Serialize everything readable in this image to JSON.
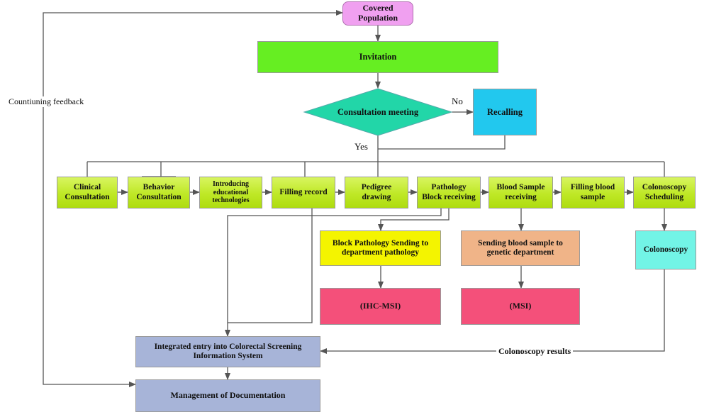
{
  "colors": {
    "covered": "#f0a0f0",
    "invitation": "#66ee22",
    "decision": "#22d6a8",
    "recalling": "#22c8ee",
    "lime": "#c4ea2a",
    "yellow": "#f4f400",
    "orange": "#f0b488",
    "pink": "#f4507a",
    "aqua": "#72f4e6",
    "steel": "#a7b4d8",
    "line": "#555555"
  },
  "nodes": {
    "covered_population": "Covered\nPopulation",
    "invitation": "Invitation",
    "consultation_meeting": "Consultation meeting",
    "recalling": "Recalling",
    "clinical_consultation": "Clinical\nConsultation",
    "behavior_consultation": "Behavior\nConsultation",
    "introducing_edu": "Introducing\neducational\ntechnologies",
    "filling_record": "Filling record",
    "pedigree_drawing": "Pedigree\ndrawing",
    "pathology_block": "Pathology\nBlock receiving",
    "blood_sample_receiving": "Blood Sample\nreceiving",
    "filling_blood": "Filling blood\nsample",
    "colonoscopy_scheduling": "Colonoscopy\nScheduling",
    "block_pathology_sending": "Block Pathology Sending to\ndepartment pathology",
    "sending_blood": "Sending blood sample to\ngenetic department",
    "colonoscopy": "Colonoscopy",
    "ihc_msi": "(IHC-MSI)",
    "msi": "(MSI)",
    "integrated_entry": "Integrated entry  into Colorectal Screening\nInformation System",
    "management": "Management of Documentation"
  },
  "labels": {
    "no": "No",
    "yes": "Yes",
    "feedback": "Countiuning feedback",
    "colonoscopy_results": "Colonoscopy results"
  }
}
